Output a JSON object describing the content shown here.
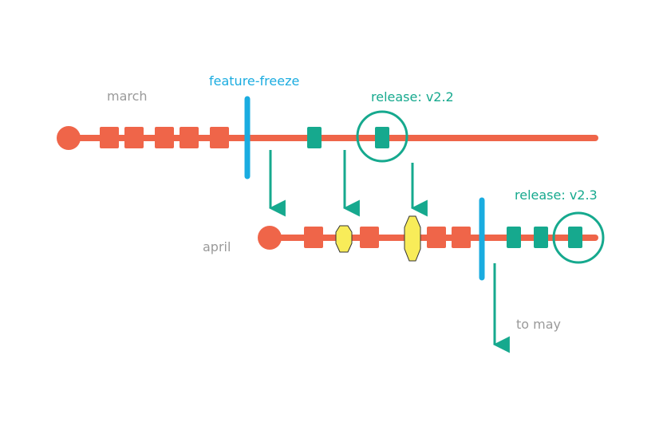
{
  "labels": {
    "march": "march",
    "april": "april",
    "feature_freeze": "feature-freeze",
    "release_v22": "release: v2.2",
    "release_v23": "release: v2.3",
    "to_may": "to may"
  },
  "colors": {
    "branch": "#ef6549",
    "freeze": "#1aace0",
    "release": "#16a98e",
    "fix": "#f8ec59",
    "muted": "#9a9a9a"
  },
  "branches": [
    {
      "name": "march",
      "commits": [
        "feature",
        "feature",
        "feature",
        "feature",
        "feature",
        "release",
        "release-tagged"
      ]
    },
    {
      "name": "april",
      "commits": [
        "feature",
        "fix",
        "feature",
        "fix",
        "feature",
        "feature",
        "release",
        "release",
        "release-tagged"
      ]
    }
  ]
}
